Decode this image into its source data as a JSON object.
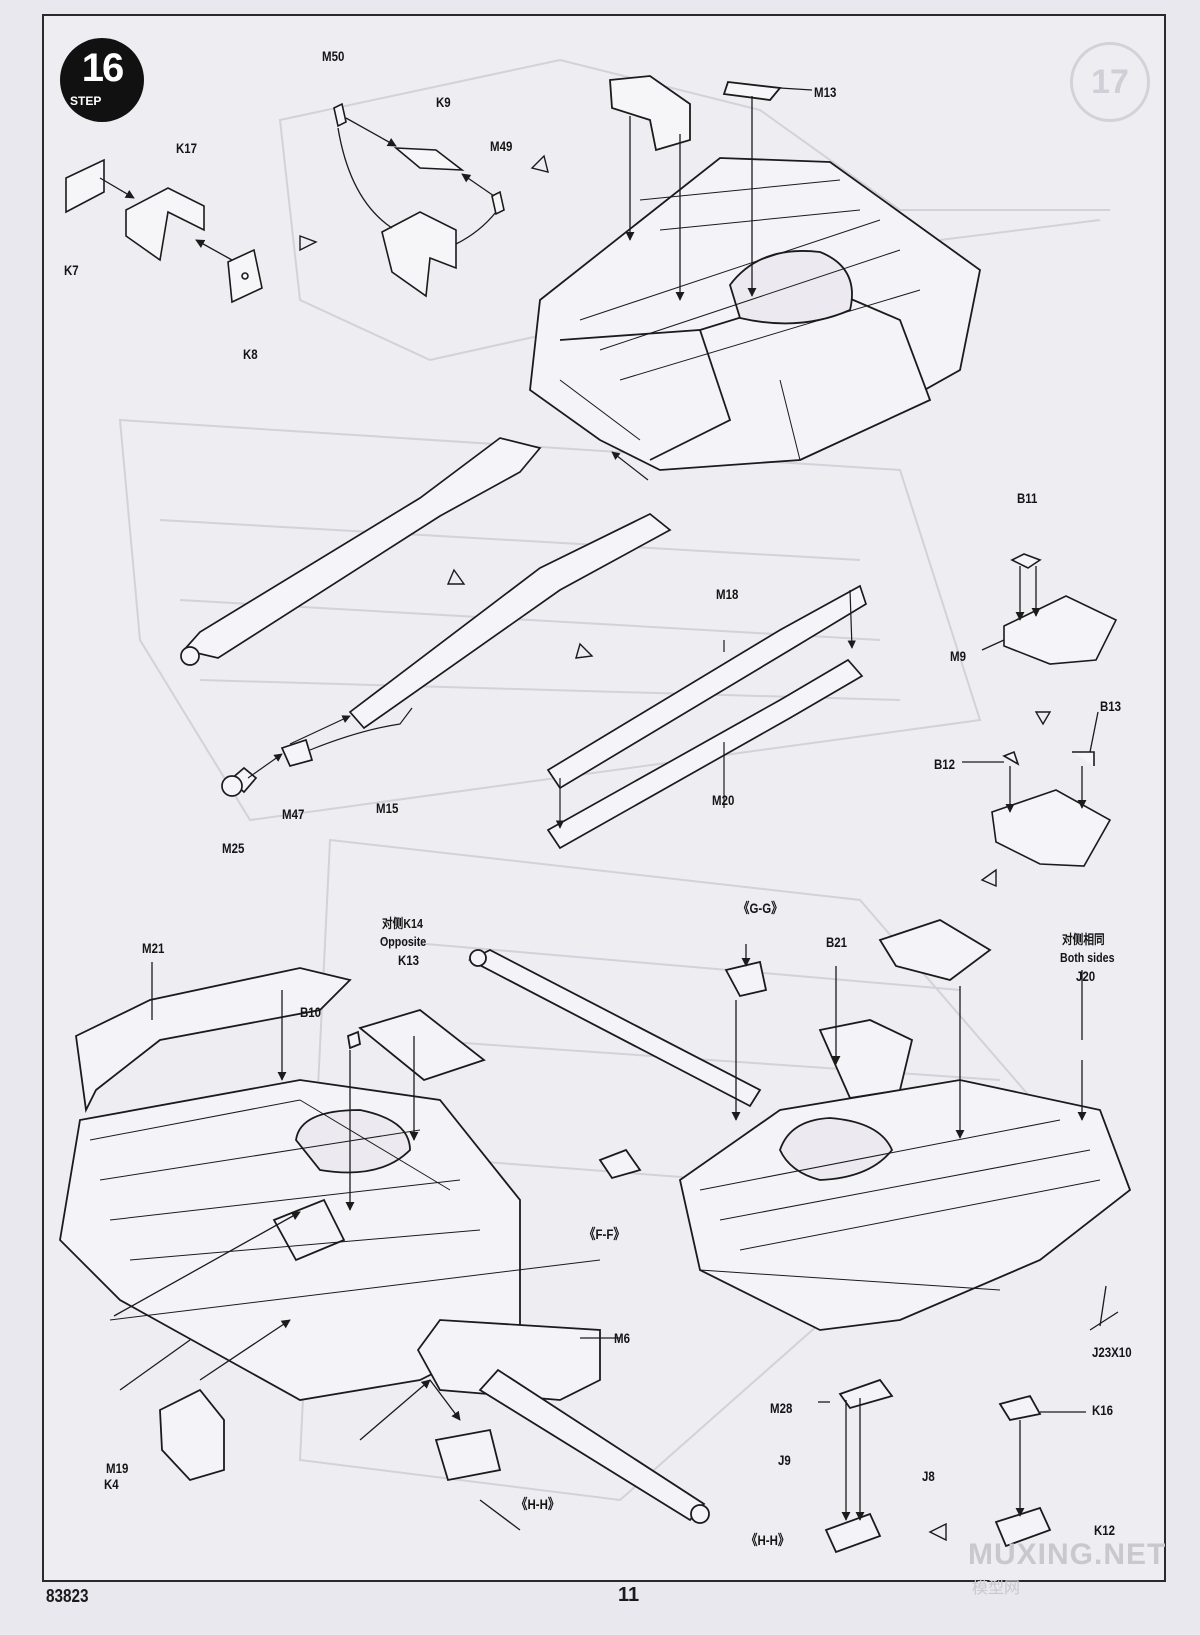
{
  "step": {
    "number": "16",
    "word": "STEP"
  },
  "faint_step_number": "17",
  "part_labels": {
    "K7": "K7",
    "K17": "K17",
    "K8": "K8",
    "M50": "M50",
    "K9": "K9",
    "M49": "M49",
    "M13": "M13",
    "B11": "B11",
    "M9": "M9",
    "B13": "B13",
    "B12": "B12",
    "M18": "M18",
    "M20": "M20",
    "M47": "M47",
    "M25": "M25",
    "M15": "M15",
    "M21": "M21",
    "B10": "B10",
    "K13": "K13",
    "M19": "M19",
    "K4": "K4",
    "M6": "M6",
    "B21": "B21",
    "J20": "J20",
    "J23x10": "J23X10",
    "M28": "M28",
    "J9": "J9",
    "J8": "J8",
    "K16": "K16",
    "K12": "K12"
  },
  "section_labels": {
    "G_G": "《G-G》",
    "F_F": "《F-F》",
    "H_H_left": "《H-H》",
    "H_H_right": "《H-H》"
  },
  "notes": {
    "opposite_cn": "对侧K14",
    "opposite_en": "Opposite",
    "both_cn": "对侧相同",
    "both_en": "Both sides"
  },
  "footer": {
    "product_code": "83823",
    "page_number": "11"
  },
  "watermark": {
    "main": "MUXING.NET",
    "sub": "模型网"
  },
  "colors": {
    "paper": "#eeedf2",
    "ink": "#1b1b1b",
    "ghost": "#cfcdd6"
  }
}
